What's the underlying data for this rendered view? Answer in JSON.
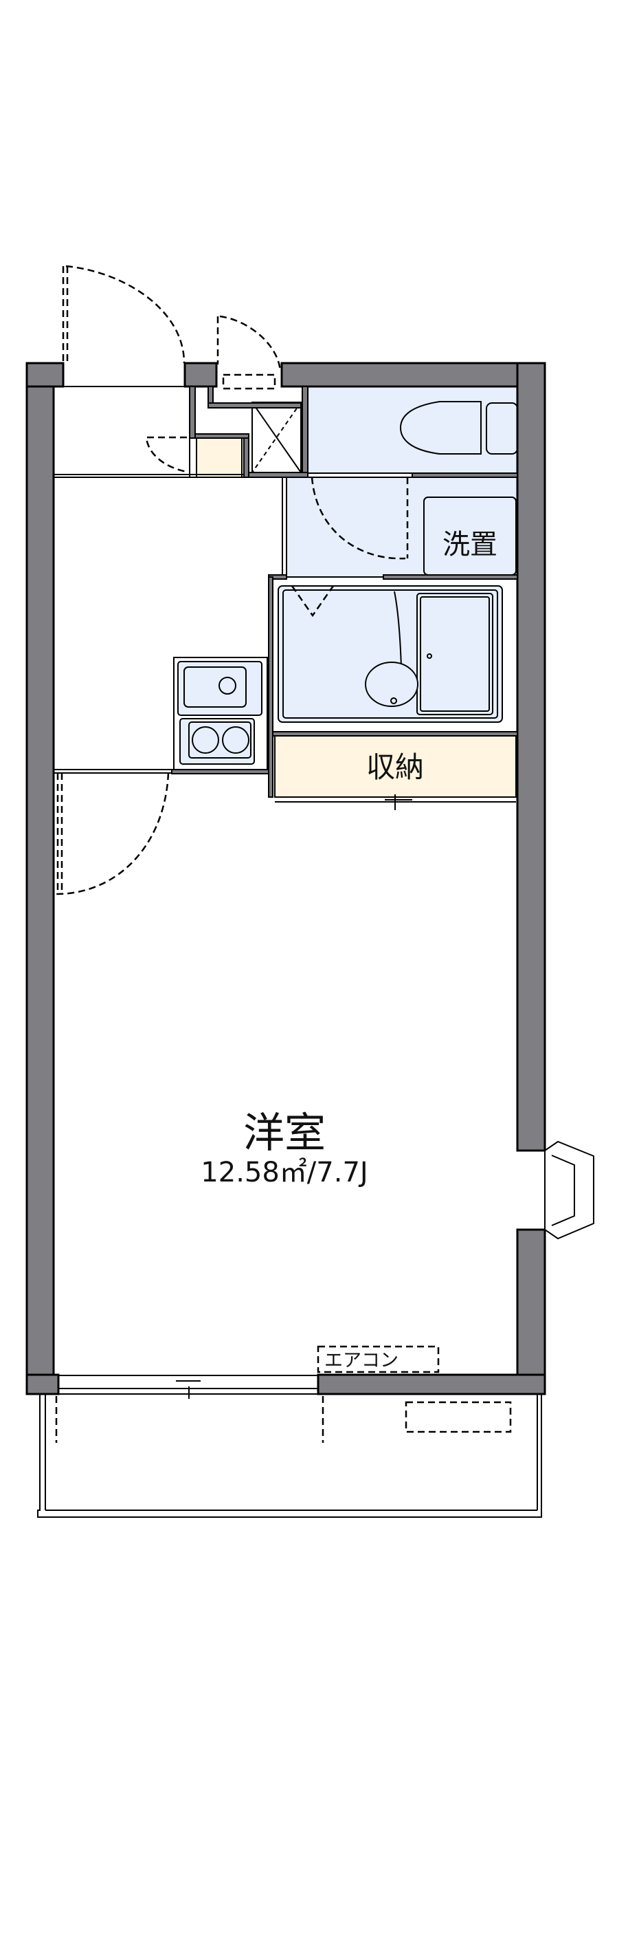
{
  "floorplan": {
    "rooms": {
      "western_room": {
        "name": "洋室",
        "area": "12.58㎡/7.7J"
      },
      "washer_space": {
        "name": "洗置"
      },
      "storage": {
        "name": "収納"
      },
      "aircon": {
        "name": "エアコン"
      }
    },
    "colors": {
      "wall": "#7f7e83",
      "wet_area": "#e6effb",
      "storage": "#fff5e0"
    }
  }
}
